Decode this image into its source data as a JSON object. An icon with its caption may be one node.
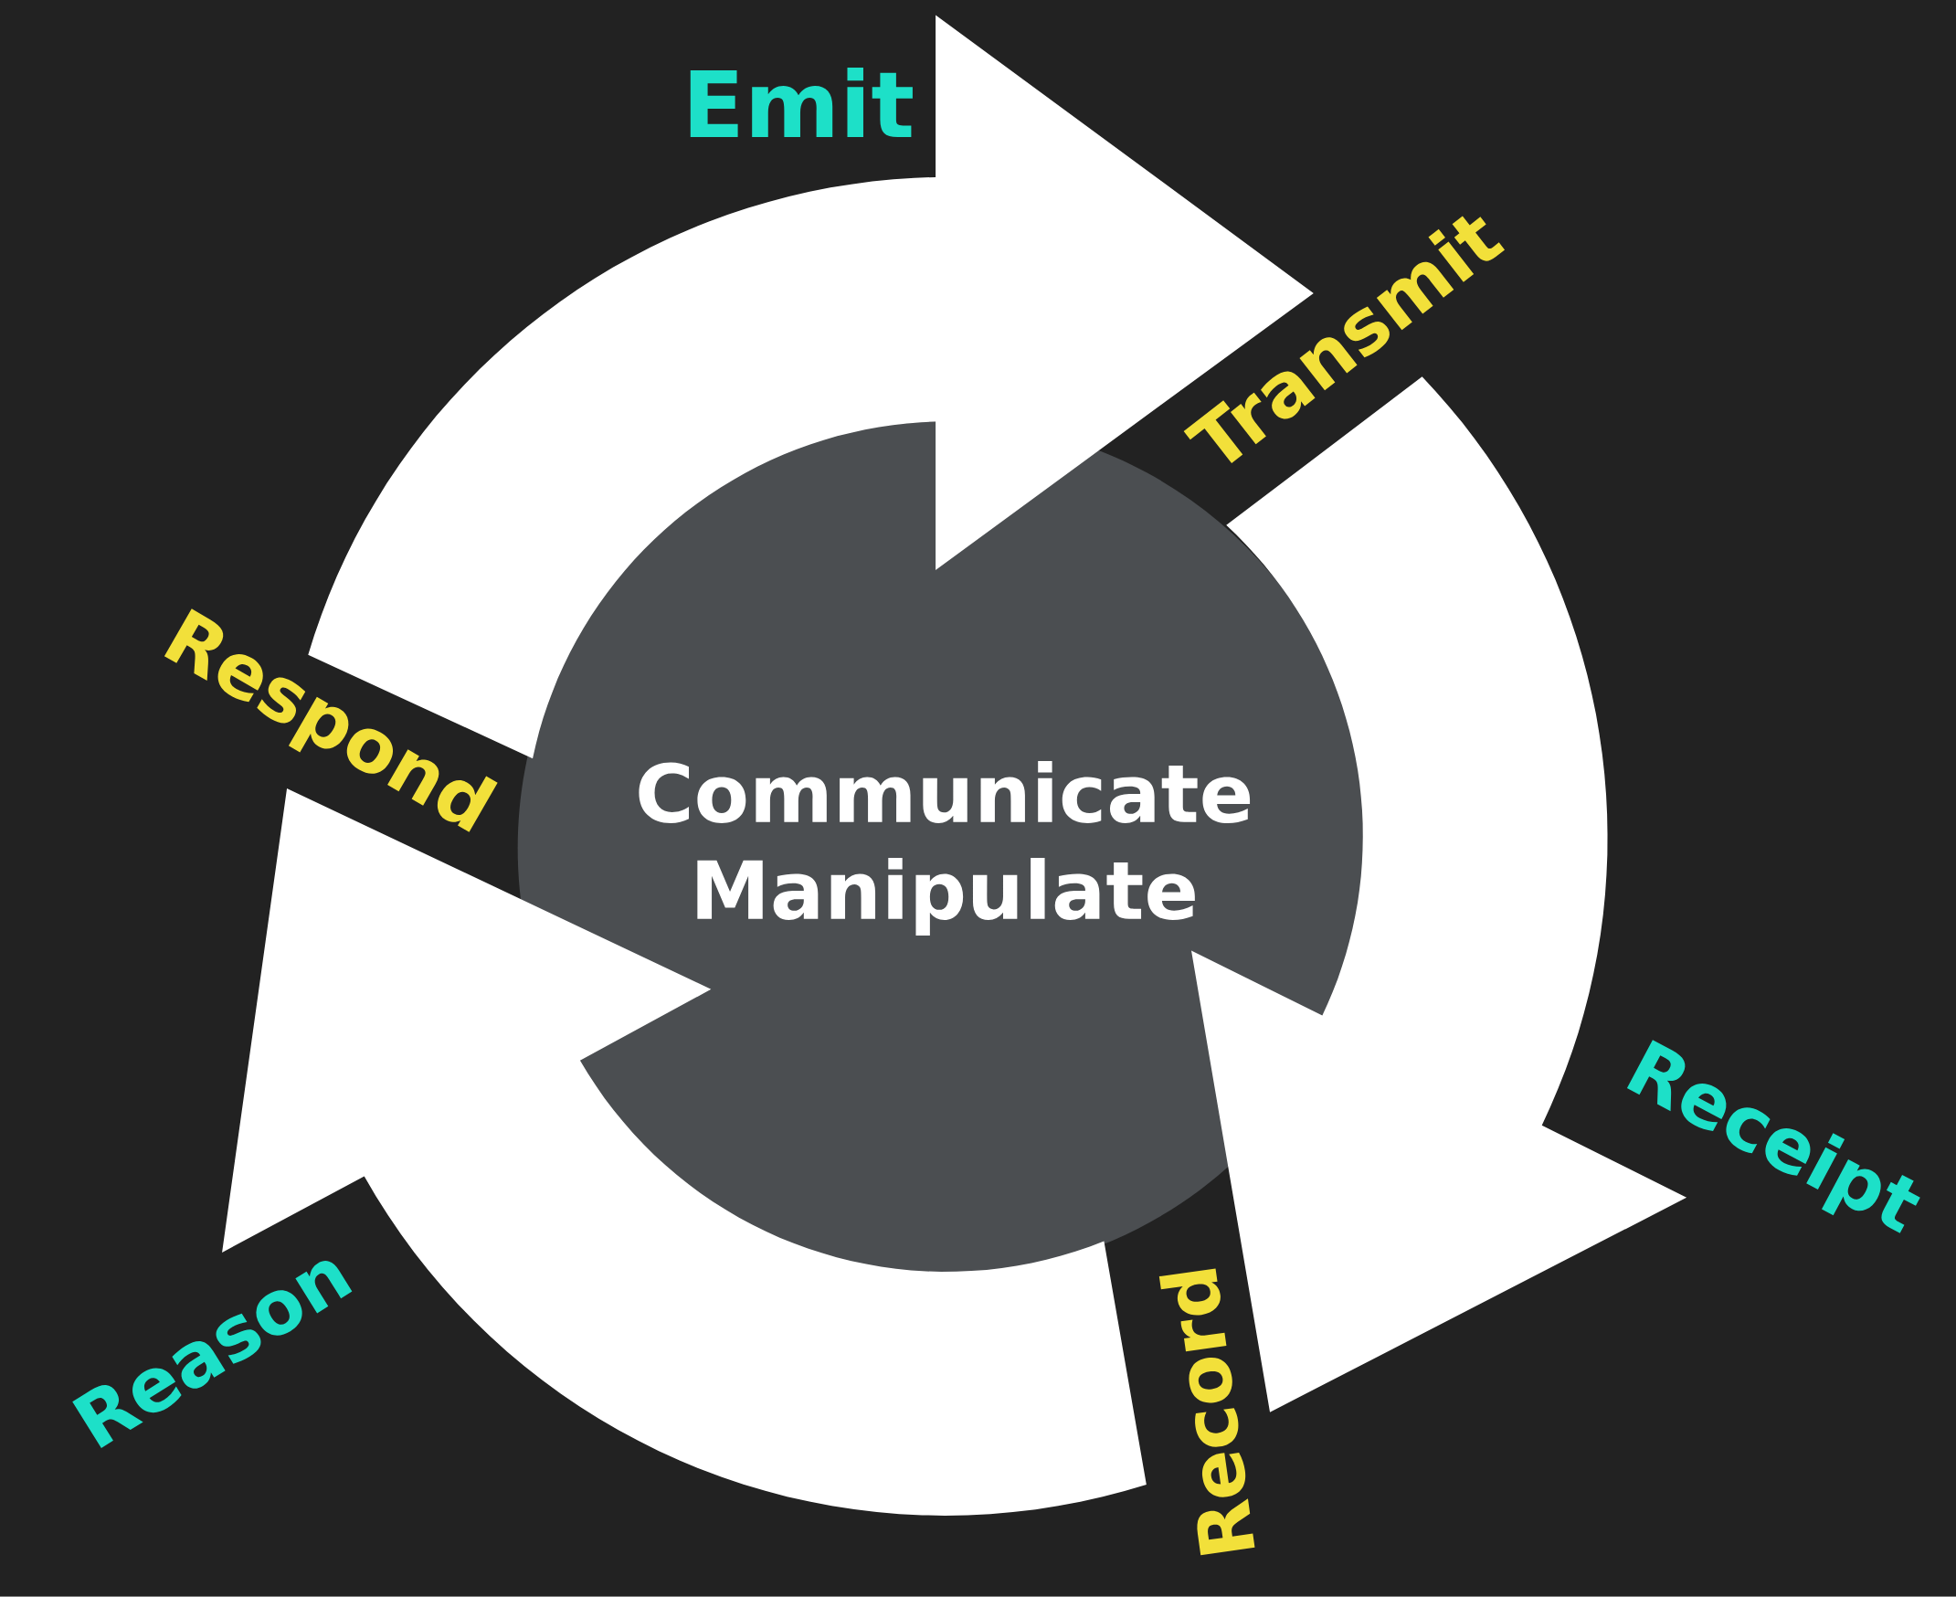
{
  "diagram": {
    "nodes": [
      {
        "text": [
          "Communicate",
          "Manipulate"
        ]
      }
    ],
    "labels": [
      "Emit",
      "Transmit",
      "Receipt",
      "Record",
      "Reason",
      "Respond"
    ]
  }
}
